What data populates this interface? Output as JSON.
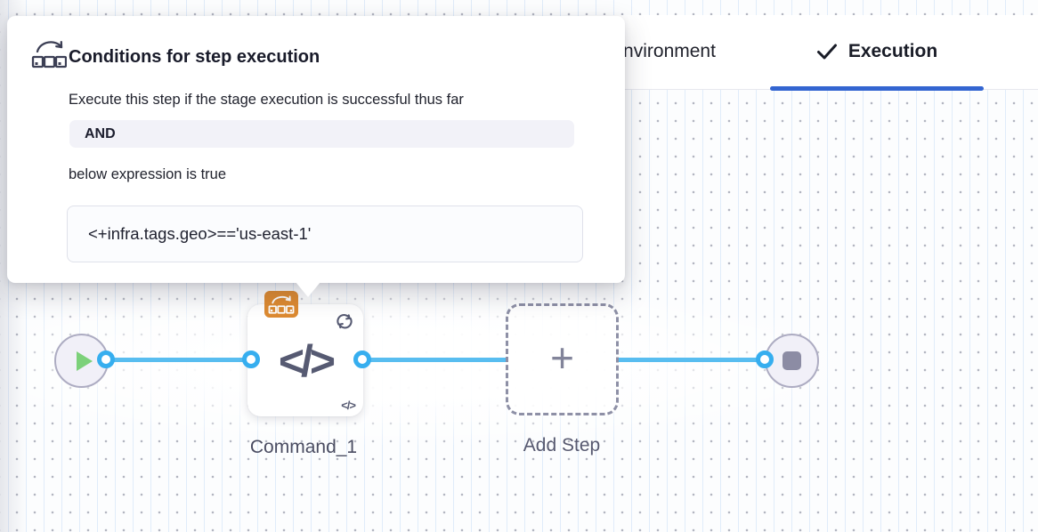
{
  "header": {
    "tabs": [
      {
        "label": "Environment",
        "active": false
      },
      {
        "label": "Execution",
        "active": true,
        "icon": "checkmark-icon"
      }
    ]
  },
  "popover": {
    "icon": "conditional-execution-icon",
    "title": "Conditions for step execution",
    "description": "Execute this step if the stage execution is successful thus far",
    "operator": "AND",
    "expression_intro": "below expression is true",
    "expression": "<+infra.tags.geo>=='us-east-1'"
  },
  "pipeline": {
    "start_node": {
      "icon": "play-icon"
    },
    "steps": [
      {
        "label": "Command_1",
        "type": "command",
        "icon": "code-icon",
        "badges": [
          "conditional-execution-icon",
          "loop-icon",
          "code-mini-icon"
        ]
      },
      {
        "label": "Add Step",
        "type": "add-step",
        "icon": "plus-icon"
      }
    ],
    "end_node": {
      "icon": "stop-icon"
    },
    "code_glyph": "</>",
    "plus_glyph": "+"
  },
  "colors": {
    "tab_underline": "#3365d1",
    "connector": "#58bdf0",
    "conditional_badge": "#dd8a31",
    "play": "#7cd17a",
    "node_icon": "#565a72"
  }
}
